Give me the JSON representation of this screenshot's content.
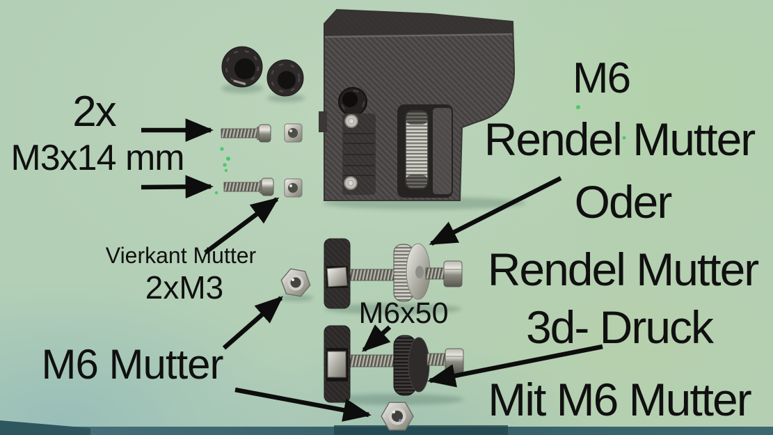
{
  "palette": {
    "background": "#b3cfb6",
    "text": "#101010",
    "arrow": "#0d0d0d",
    "printed_plastic": "#4b4847",
    "metal": "#b7b7af",
    "table_edge": "#35606a",
    "green_dot": "#3fc862"
  },
  "annotations": {
    "qty_label": "2x",
    "size_label": "M3x14 mm",
    "square_nut_label": "Vierkant Mutter",
    "square_nut_qty": "2xM3",
    "m6_nut_label": "M6 Mutter",
    "metal_knurl_line1": "M6",
    "metal_knurl_line2": "Rendel Mutter",
    "or_word": "Oder",
    "printed_knurl_line1": "Rendel Mutter",
    "printed_knurl_line2": "3d- Druck",
    "printed_knurl_line3": "Mit M6 Mutter",
    "bolt_label": "M6x50"
  }
}
